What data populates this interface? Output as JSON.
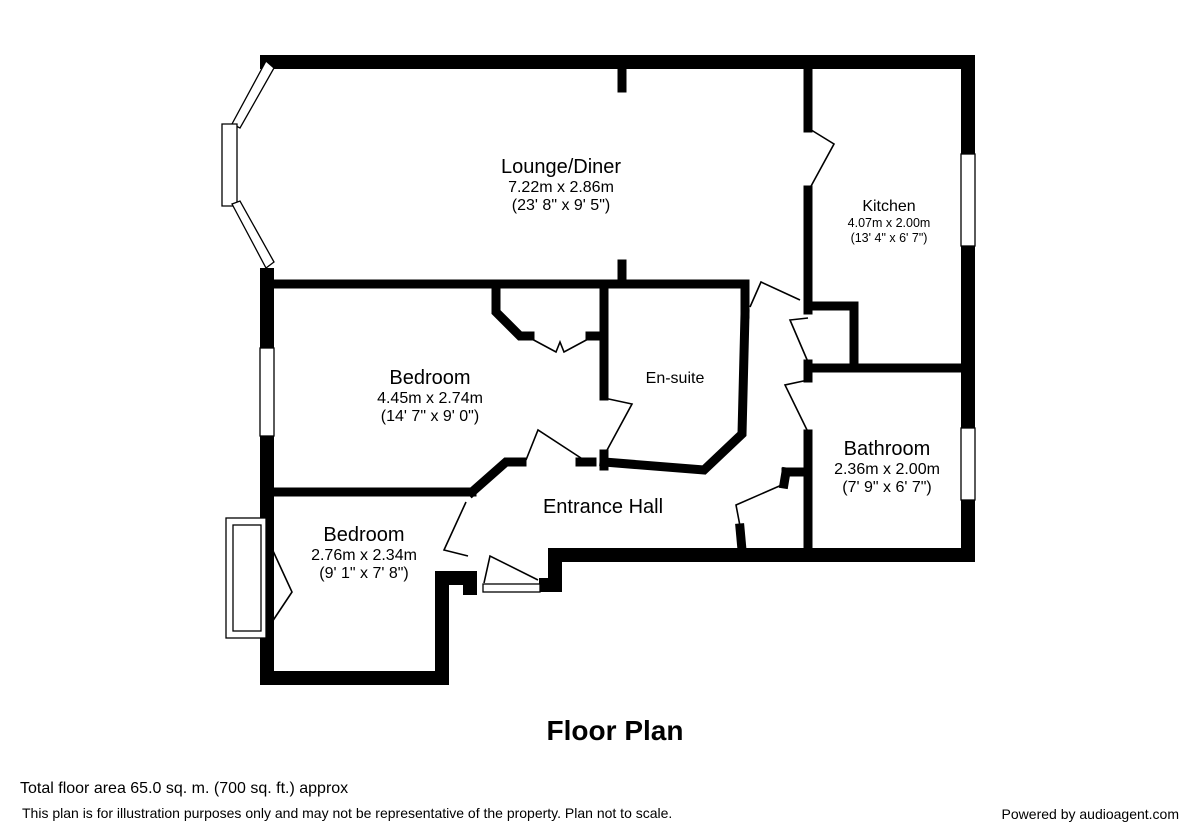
{
  "rooms": {
    "lounge": {
      "name": "Lounge/Diner",
      "metric": "7.22m x 2.86m",
      "imperial": "(23' 8\" x 9' 5\")"
    },
    "kitchen": {
      "name": "Kitchen",
      "metric": "4.07m x 2.00m",
      "imperial": "(13' 4\" x 6' 7\")"
    },
    "bedroom1": {
      "name": "Bedroom",
      "metric": "4.45m x 2.74m",
      "imperial": "(14' 7\" x 9' 0\")"
    },
    "ensuite": {
      "name": "En-suite"
    },
    "bathroom": {
      "name": "Bathroom",
      "metric": "2.36m x 2.00m",
      "imperial": "(7' 9\" x 6' 7\")"
    },
    "hall": {
      "name": "Entrance Hall"
    },
    "bedroom2": {
      "name": "Bedroom",
      "metric": "2.76m x 2.34m",
      "imperial": "(9' 1\" x 7' 8\")"
    }
  },
  "title": "Floor Plan",
  "footer": {
    "total_area": "Total floor area 65.0 sq. m. (700 sq. ft.) approx",
    "disclaimer": "This plan is for illustration purposes only and may not be representative of the property. Plan not to scale.",
    "powered_by": "Powered by audioagent.com"
  }
}
